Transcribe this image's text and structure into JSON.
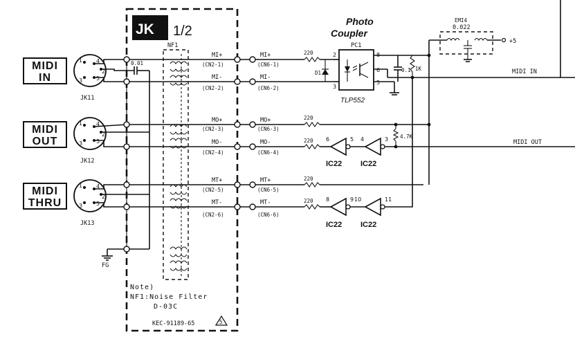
{
  "block": {
    "title": "JK",
    "sheet": "1/2",
    "code": "KEC-91189-65"
  },
  "ports": [
    {
      "line1": "MIDI",
      "line2": "IN",
      "jack": "JK11"
    },
    {
      "line1": "MIDI",
      "line2": "OUT",
      "jack": "JK12"
    },
    {
      "line1": "MIDI",
      "line2": "THRU",
      "jack": "JK13"
    }
  ],
  "din_pins": [
    "1",
    "4",
    "2",
    "3",
    "5"
  ],
  "fg_label": "FG",
  "cap_in": "0.01",
  "noise_filter": {
    "ref": "NF1"
  },
  "signals": [
    {
      "name": "MI+",
      "cn2": "(CN2-1)",
      "cn6_name": "MI+",
      "cn6": "(CN6-1)",
      "res": "220"
    },
    {
      "name": "MI-",
      "cn2": "(CN2-2)",
      "cn6_name": "MI-",
      "cn6": "(CN6-2)",
      "res": ""
    },
    {
      "name": "MO+",
      "cn2": "(CN2-3)",
      "cn6_name": "MO+",
      "cn6": "(CN6-3)",
      "res": "220"
    },
    {
      "name": "MO-",
      "cn2": "(CN2-4)",
      "cn6_name": "MO-",
      "cn6": "(CN6-4)",
      "res": "220"
    },
    {
      "name": "MT+",
      "cn2": "(CN2-5)",
      "cn6_name": "MT+",
      "cn6": "(CN6-5)",
      "res": "220"
    },
    {
      "name": "MT-",
      "cn2": "(CN2-6)",
      "cn6_name": "MT-",
      "cn6": "(CN6-6)",
      "res": "220"
    }
  ],
  "coupler": {
    "title_line1": "Photo",
    "title_line2": "Coupler",
    "ref": "PC1",
    "part": "TLP552",
    "pins": [
      "2",
      "3",
      "8",
      "6",
      "5"
    ],
    "diode": "D1",
    "cap": "0.1",
    "res": "1K"
  },
  "pullup": "4.7K",
  "inverters": [
    {
      "label": "IC22",
      "in_pin": "5",
      "out_pin": "6"
    },
    {
      "label": "IC22",
      "in_pin": "3",
      "out_pin": "4"
    },
    {
      "label": "IC22",
      "in_pin": "9",
      "out_pin": "8"
    },
    {
      "label": "IC22",
      "in_pin": "11",
      "out_pin": "10"
    }
  ],
  "emi": {
    "ref": "EMI4",
    "value": "0.022",
    "supply": "+5"
  },
  "outputs": {
    "midi_in": "MIDI IN",
    "midi_out": "MIDI OUT"
  },
  "note": {
    "line1": "Note)",
    "line2": "NF1:Noise Filter",
    "line3": "D-03C"
  }
}
